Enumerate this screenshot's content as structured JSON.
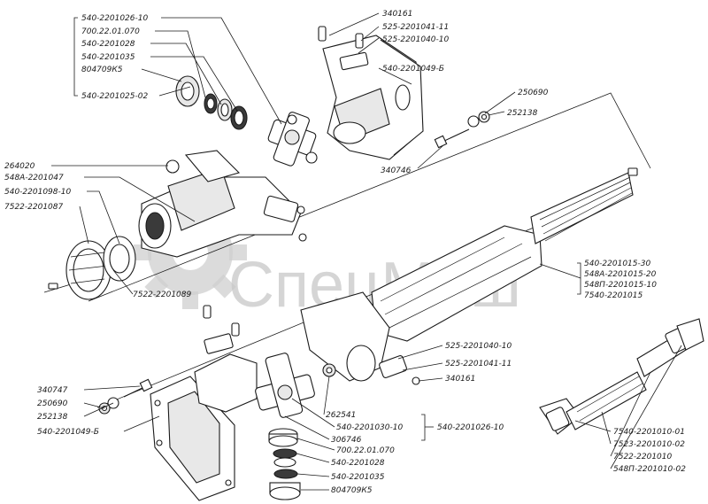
{
  "watermark": {
    "text": "СпецМаш",
    "color": "#c8c8c8"
  },
  "callouts": {
    "top_left_group": [
      "540-2201026-10",
      "700.22.01.070",
      "540-2201028",
      "540-2201035",
      "804709К5",
      "540-2201025-02"
    ],
    "top_center": {
      "a": "340161",
      "b": "525-2201041-11",
      "c": "525-2201040-10",
      "d": "540-2201049-Б"
    },
    "top_right": {
      "a": "250690",
      "b": "252138",
      "c": "340746"
    },
    "left_group": [
      "264020",
      "548А-2201047",
      "540-2201098-10",
      "7522-2201087"
    ],
    "left_mid": "7522-2201089",
    "right_group": [
      "540-2201015-30",
      "548А-2201015-20",
      "548П-2201015-10",
      "7540-2201015"
    ],
    "mid_right": {
      "a": "525-2201040-10",
      "b": "525-2201041-11",
      "c": "340161"
    },
    "bottom_left": [
      "340747",
      "250690",
      "252138",
      "540-2201049-Б"
    ],
    "bottom_center": [
      "262541",
      "540-2201030-10",
      "306746",
      "700.22.01.070",
      "540-2201028",
      "540-2201035",
      "804709К5"
    ],
    "bottom_center_group_ref": "540-2201026-10",
    "bottom_right": [
      "7540-2201010-01",
      "7523-2201010-02",
      "7522-2201010",
      "548П-2201010-02"
    ]
  }
}
